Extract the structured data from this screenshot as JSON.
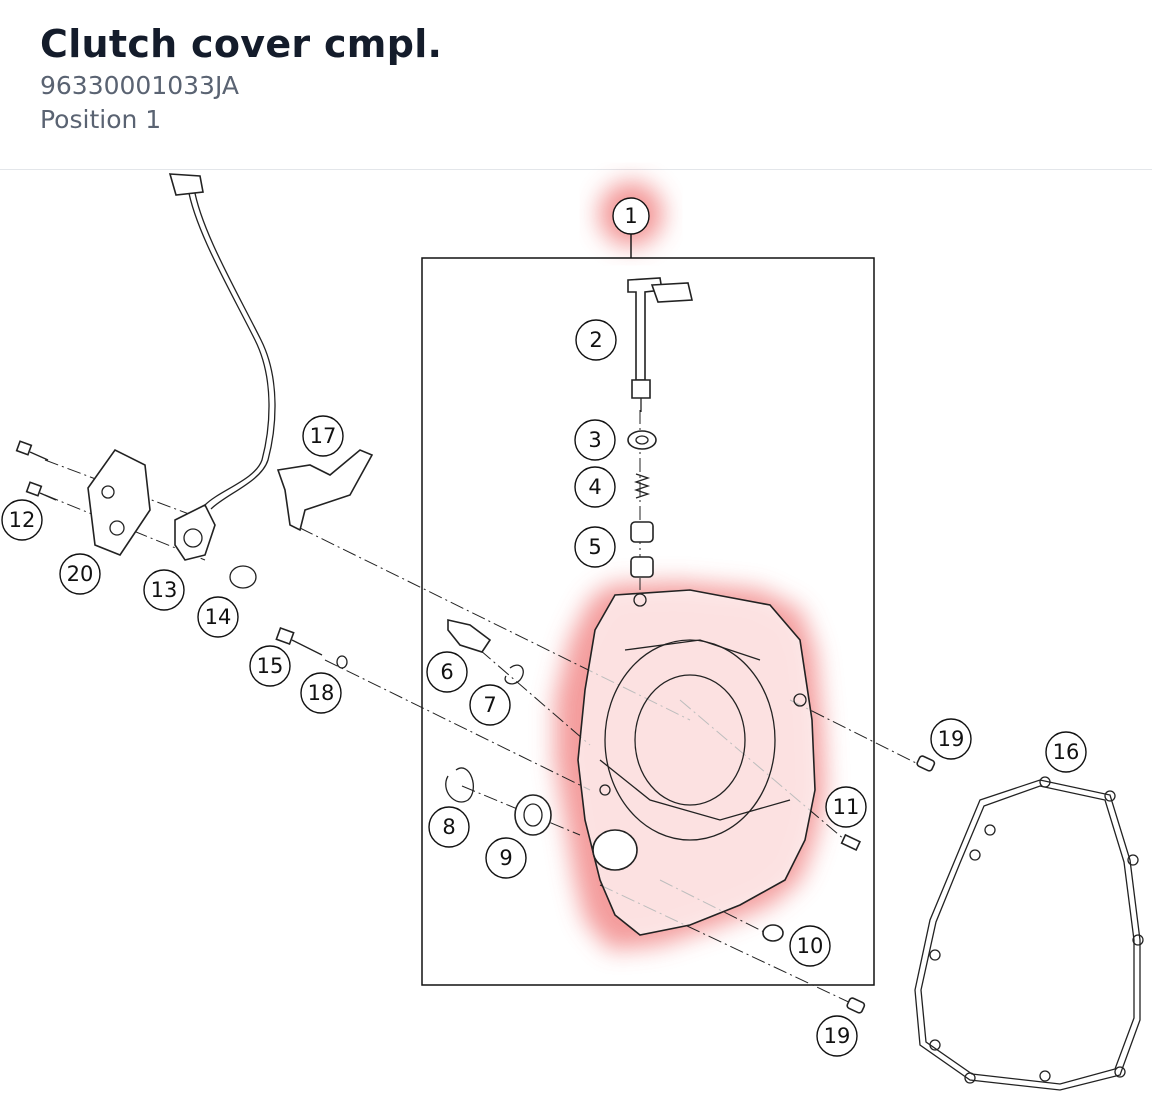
{
  "header": {
    "title": "Clutch cover cmpl.",
    "part_number": "96330001033JA",
    "position": "Position 1"
  },
  "highlight_color": "#f28b8b",
  "callouts": {
    "c1": "1",
    "c2": "2",
    "c3": "3",
    "c4": "4",
    "c5": "5",
    "c6": "6",
    "c7": "7",
    "c8": "8",
    "c9": "9",
    "c10": "10",
    "c11": "11",
    "c12": "12",
    "c13": "13",
    "c14": "14",
    "c15": "15",
    "c16": "16",
    "c17": "17",
    "c18": "18",
    "c19a": "19",
    "c19b": "19",
    "c20": "20"
  }
}
